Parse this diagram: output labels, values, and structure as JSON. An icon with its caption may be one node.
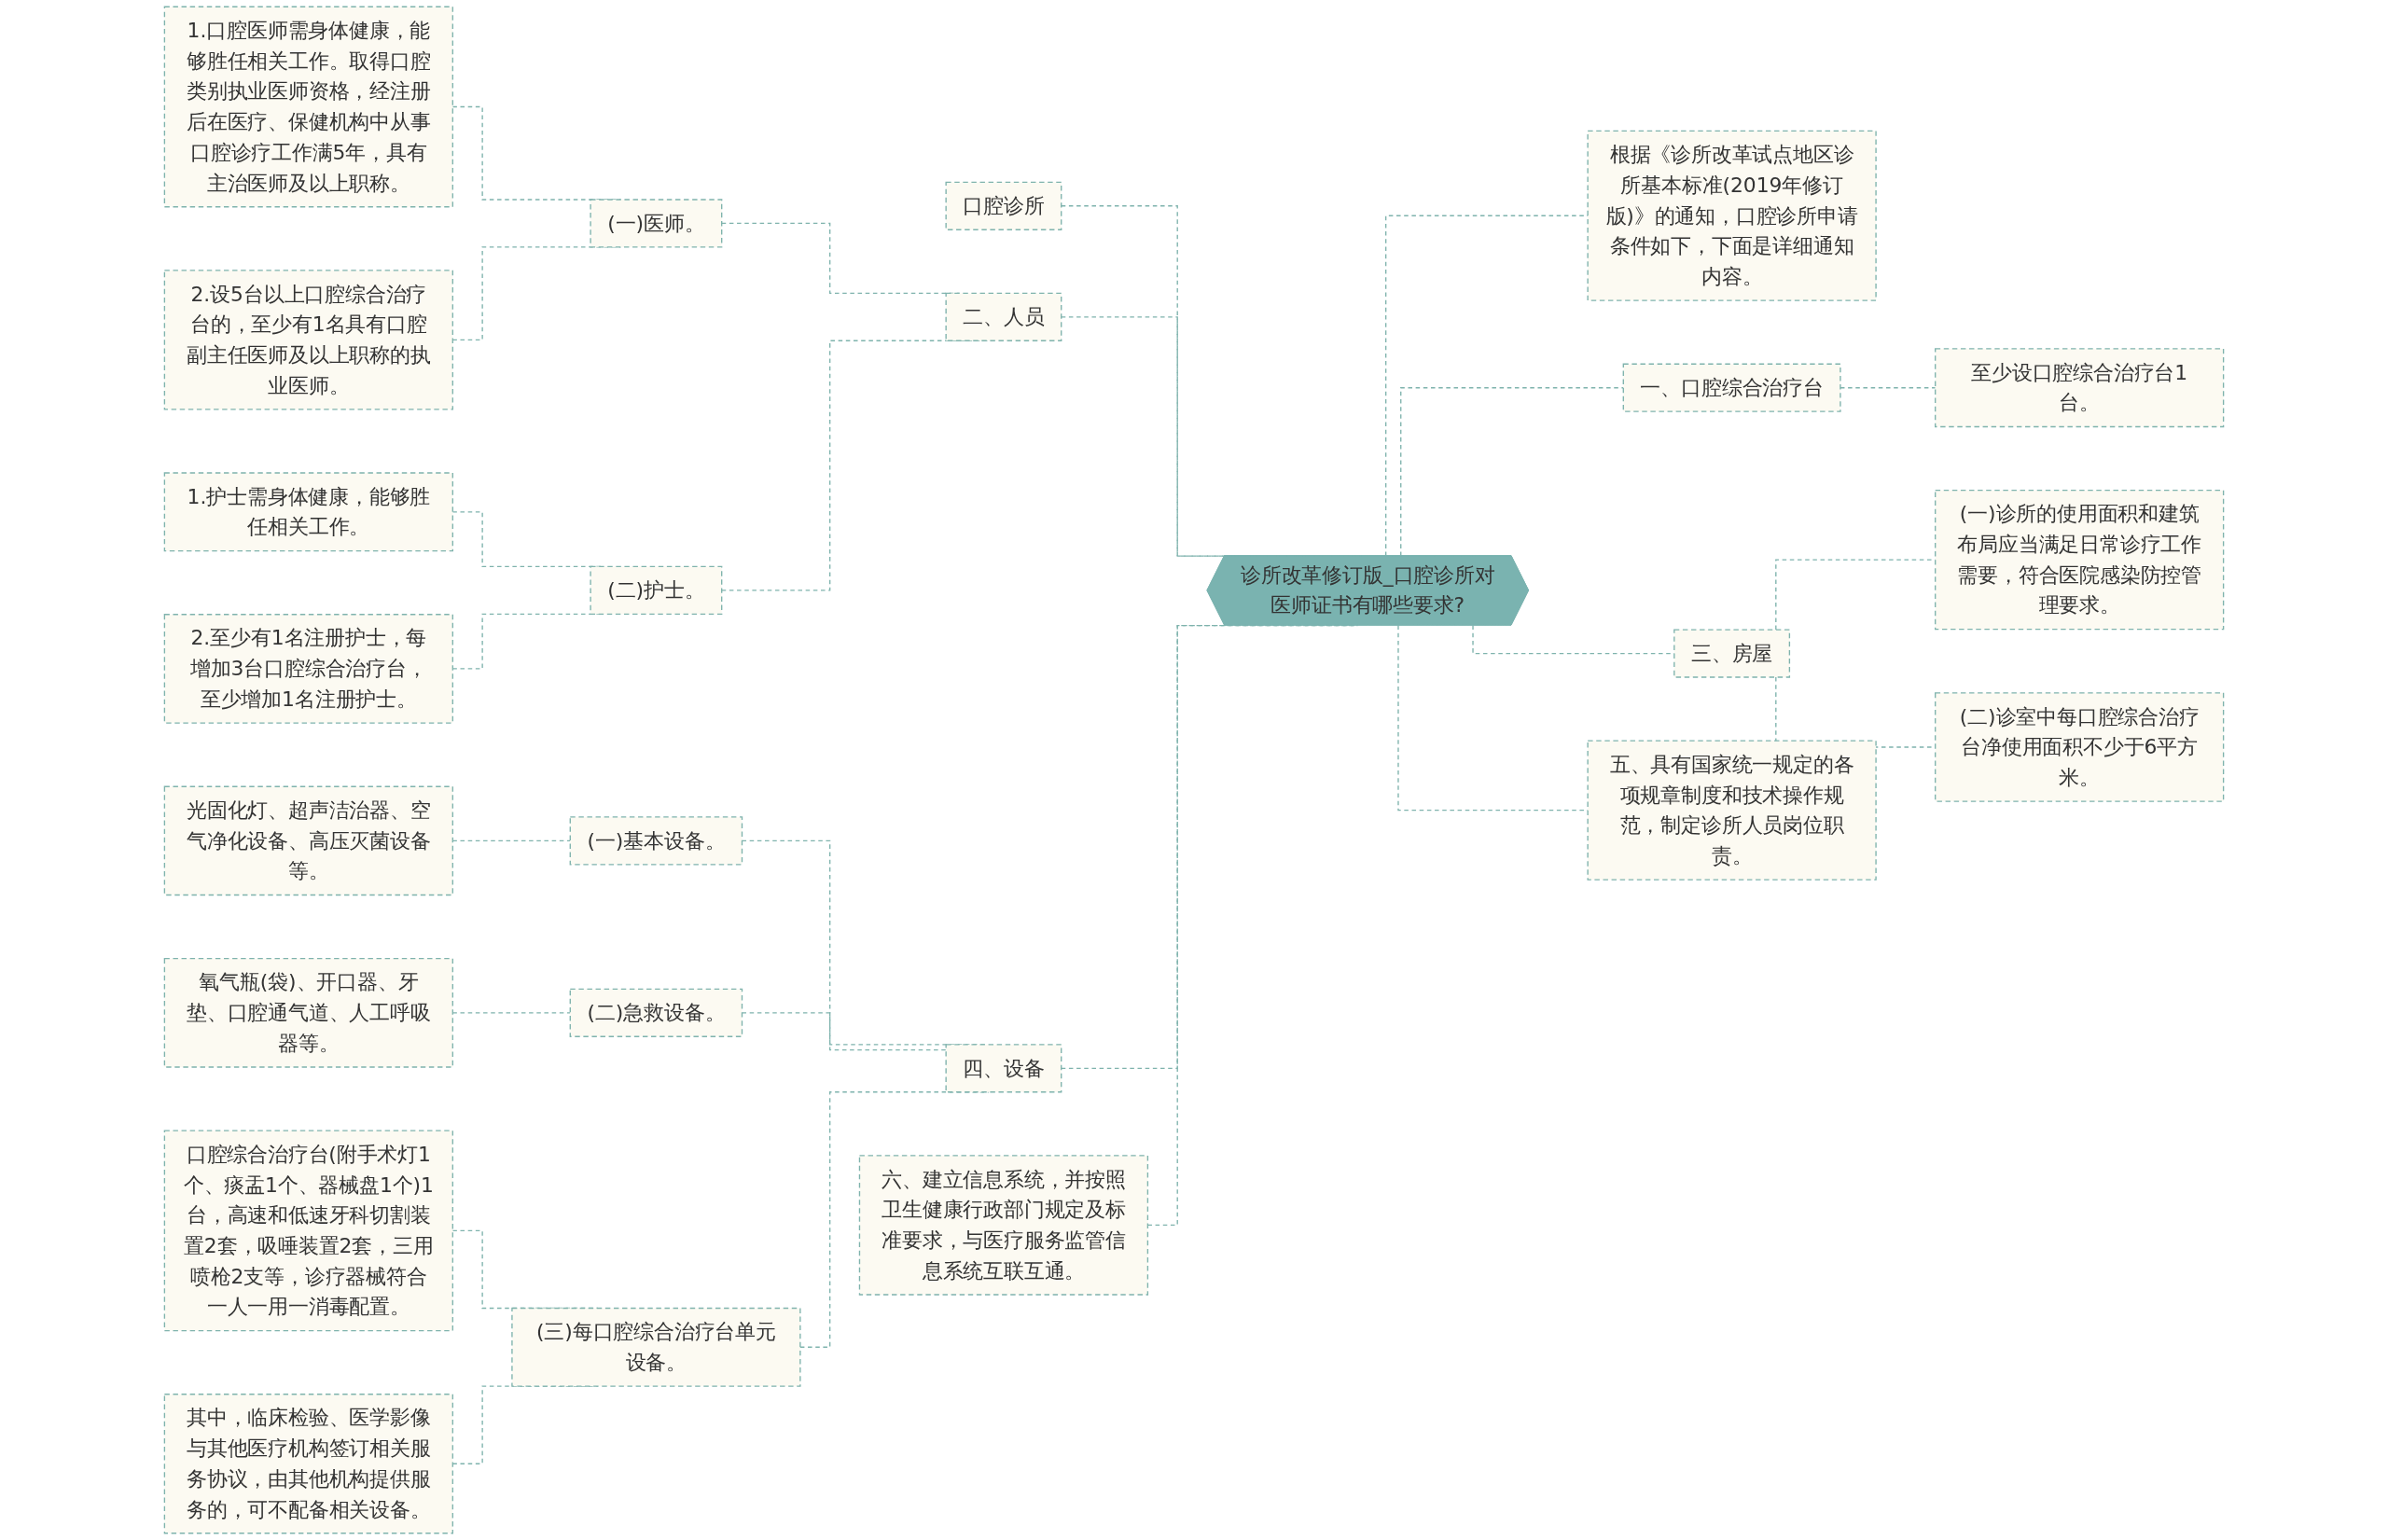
{
  "diagram": {
    "nodes": [
      {
        "text": [
          "诊所改革修订版_口腔诊所对医师证书有哪些要求?"
        ]
      },
      {
        "text": [
          "口腔诊所"
        ]
      },
      {
        "text": [
          "二、人员"
        ]
      },
      {
        "text": [
          "(一)医师。"
        ]
      },
      {
        "text": [
          "1.口腔医师需身体健康，能够胜任相关工作。取得口腔类别执业医师资格，经注册后在医疗、保健机构中从事口腔诊疗工作满5年，具有主治医师及以上职称。"
        ]
      },
      {
        "text": [
          "2.设5台以上口腔综合治疗台的，至少有1名具有口腔副主任医师及以上职称的执业医师。"
        ]
      },
      {
        "text": [
          "(二)护士。"
        ]
      },
      {
        "text": [
          "1.护士需身体健康，能够胜任相关工作。"
        ]
      },
      {
        "text": [
          "2.至少有1名注册护士，每增加3台口腔综合治疗台，至少增加1名注册护士。"
        ]
      },
      {
        "text": [
          "四、设备"
        ]
      },
      {
        "text": [
          "(一)基本设备。"
        ]
      },
      {
        "text": [
          "光固化灯、超声洁治器、空气净化设备、高压灭菌设备等。"
        ]
      },
      {
        "text": [
          "(二)急救设备。"
        ]
      },
      {
        "text": [
          "氧气瓶(袋)、开口器、牙垫、口腔通气道、人工呼吸器等。"
        ]
      },
      {
        "text": [
          "(三)每口腔综合治疗台单元设备。"
        ]
      },
      {
        "text": [
          "口腔综合治疗台(附手术灯1个、痰盂1个、器械盘1个)1台，高速和低速牙科切割装置2套，吸唾装置2套，三用喷枪2支等，诊疗器械符合一人一用一消毒配置。"
        ]
      },
      {
        "text": [
          "其中，临床检验、医学影像与其他医疗机构签订相关服务协议，由其他机构提供服务的，可不配备相关设备。"
        ]
      },
      {
        "text": [
          "六、建立信息系统，并按照卫生健康行政部门规定及标准要求，与医疗服务监管信息系统互联互通。"
        ]
      },
      {
        "text": [
          "根据《诊所改革试点地区诊所基本标准(2019年修订版)》的通知，口腔诊所申请条件如下，下面是详细通知内容。"
        ]
      },
      {
        "text": [
          "一、口腔综合治疗台"
        ]
      },
      {
        "text": [
          "至少设口腔综合治疗台1台。"
        ]
      },
      {
        "text": [
          "三、房屋"
        ]
      },
      {
        "text": [
          "(一)诊所的使用面积和建筑布局应当满足日常诊疗工作需要，符合医院感染防控管理要求。"
        ]
      },
      {
        "text": [
          "(二)诊室中每口腔综合治疗台净使用面积不少于6平方米。"
        ]
      },
      {
        "text": [
          "五、具有国家统一规定的各项规章制度和技术操作规范，制定诊所人员岗位职责。"
        ]
      }
    ],
    "edges": [
      {
        "from": 1,
        "to": 0,
        "arrow": "none",
        "style": "dashed"
      },
      {
        "from": 2,
        "to": 0,
        "arrow": "none",
        "style": "dashed"
      },
      {
        "from": 3,
        "to": 2,
        "arrow": "none",
        "style": "dashed"
      },
      {
        "from": 4,
        "to": 3,
        "arrow": "none",
        "style": "dashed"
      },
      {
        "from": 5,
        "to": 3,
        "arrow": "none",
        "style": "dashed"
      },
      {
        "from": 6,
        "to": 2,
        "arrow": "none",
        "style": "dashed"
      },
      {
        "from": 7,
        "to": 6,
        "arrow": "none",
        "style": "dashed"
      },
      {
        "from": 8,
        "to": 6,
        "arrow": "none",
        "style": "dashed"
      },
      {
        "from": 9,
        "to": 0,
        "arrow": "none",
        "style": "dashed"
      },
      {
        "from": 10,
        "to": 9,
        "arrow": "none",
        "style": "dashed"
      },
      {
        "from": 11,
        "to": 10,
        "arrow": "none",
        "style": "dashed"
      },
      {
        "from": 12,
        "to": 9,
        "arrow": "none",
        "style": "dashed"
      },
      {
        "from": 13,
        "to": 12,
        "arrow": "none",
        "style": "dashed"
      },
      {
        "from": 14,
        "to": 9,
        "arrow": "none",
        "style": "dashed"
      },
      {
        "from": 15,
        "to": 14,
        "arrow": "none",
        "style": "dashed"
      },
      {
        "from": 16,
        "to": 14,
        "arrow": "none",
        "style": "dashed"
      },
      {
        "from": 17,
        "to": 0,
        "arrow": "none",
        "style": "dashed"
      },
      {
        "from": 0,
        "to": 18,
        "arrow": "none",
        "style": "dashed"
      },
      {
        "from": 0,
        "to": 19,
        "arrow": "none",
        "style": "dashed"
      },
      {
        "from": 19,
        "to": 20,
        "arrow": "none",
        "style": "dashed"
      },
      {
        "from": 0,
        "to": 21,
        "arrow": "none",
        "style": "dashed"
      },
      {
        "from": 21,
        "to": 22,
        "arrow": "none",
        "style": "dashed"
      },
      {
        "from": 21,
        "to": 23,
        "arrow": "none",
        "style": "dashed"
      },
      {
        "from": 0,
        "to": 24,
        "arrow": "none",
        "style": "dashed"
      }
    ]
  }
}
